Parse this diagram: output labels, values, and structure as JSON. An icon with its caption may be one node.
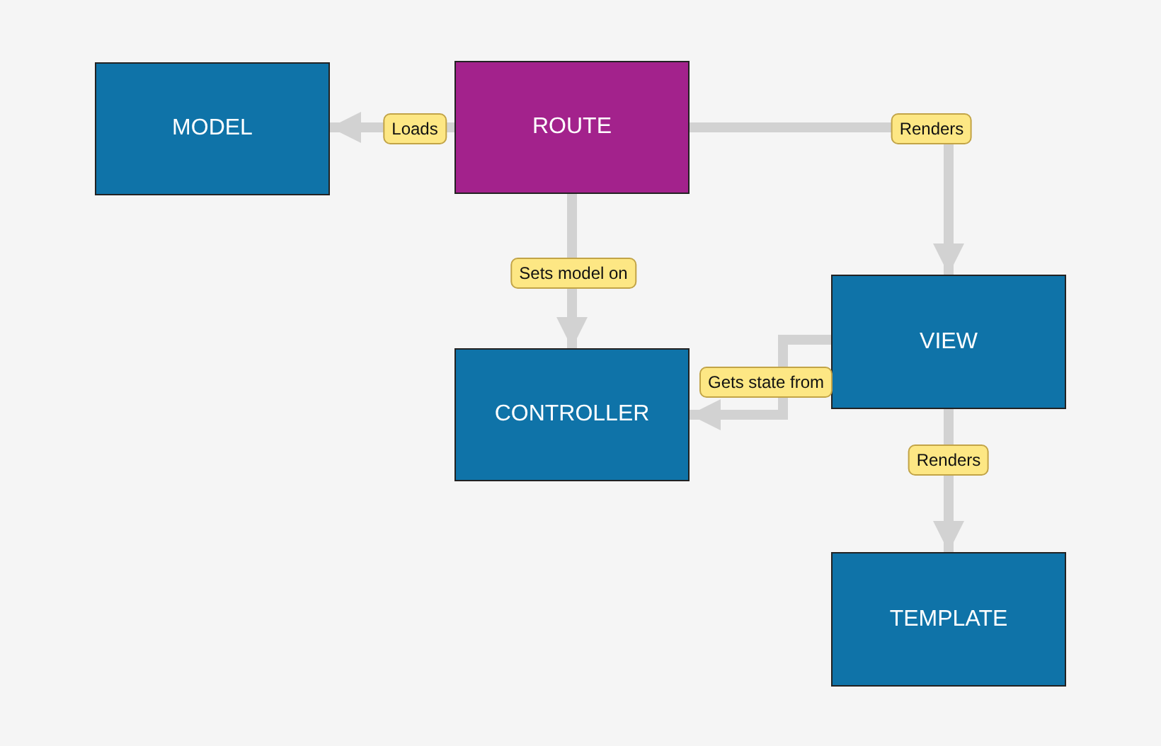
{
  "diagram": {
    "nodes": [
      {
        "text": [
          "MODEL"
        ]
      },
      {
        "text": [
          "ROUTE"
        ]
      },
      {
        "text": [
          "VIEW"
        ]
      },
      {
        "text": [
          "CONTROLLER"
        ]
      },
      {
        "text": [
          "TEMPLATE"
        ]
      }
    ],
    "edges": [
      {
        "from": 1,
        "to": 0,
        "arrow": "to",
        "label": "Loads"
      },
      {
        "from": 1,
        "to": 2,
        "arrow": "to",
        "label": "Renders"
      },
      {
        "from": 1,
        "to": 3,
        "arrow": "to",
        "label": "Sets model on"
      },
      {
        "from": 2,
        "to": 3,
        "arrow": "to",
        "label": "Gets state from"
      },
      {
        "from": 2,
        "to": 4,
        "arrow": "to",
        "label": "Renders"
      }
    ]
  }
}
